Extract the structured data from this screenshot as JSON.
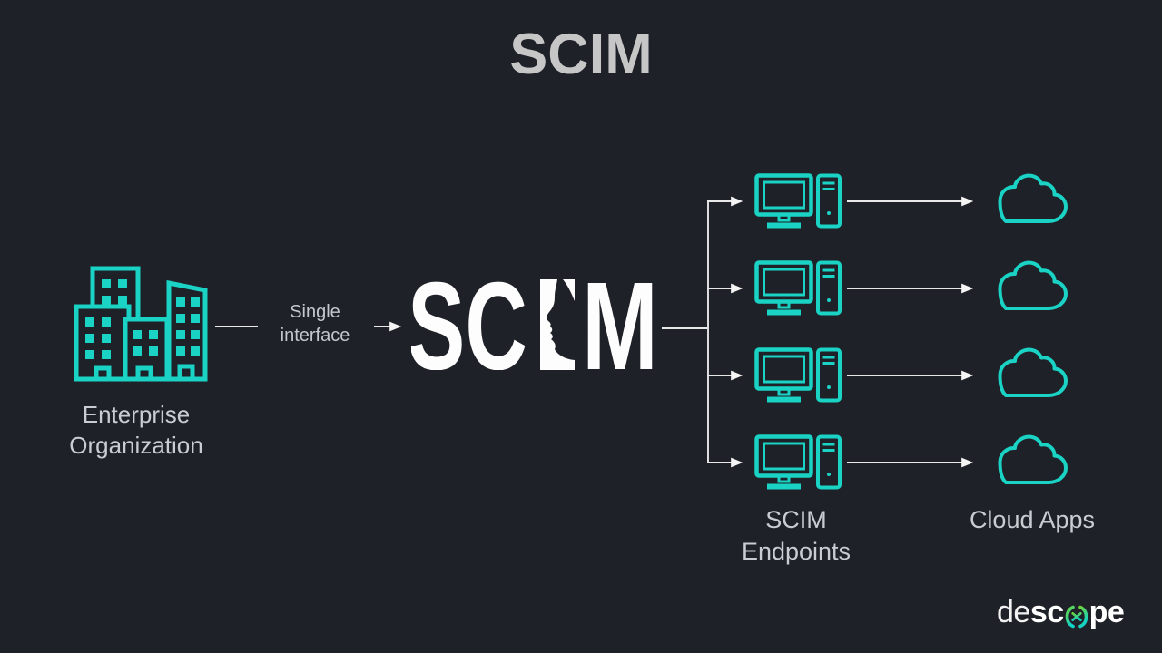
{
  "slide": {
    "title": "SCIM"
  },
  "colors": {
    "background": "#1e2127",
    "accent_teal": "#1ad3c5",
    "connector_line": "#e8e8e8",
    "arrowhead": "#f5f5f5",
    "title_gray": "#c6c6c6",
    "label_gray": "#c9cdd1",
    "logo_white": "#fdfdfd",
    "descope_green": "#6ed63c",
    "descope_teal": "#12d2c8"
  },
  "diagram": {
    "source": {
      "label": "Enterprise Organization",
      "icon": "city-buildings-icon"
    },
    "flow_label": "Single interface",
    "hub_logo": {
      "full": "SCIM",
      "sc": "SC",
      "m": "M",
      "icon": "scim-face-logo"
    },
    "endpoints": {
      "label": "SCIM Endpoints",
      "count": 4,
      "icon": "desktop-computer-icon"
    },
    "cloud_apps": {
      "label": "Cloud Apps",
      "count": 4,
      "icon": "cloud-icon"
    }
  },
  "branding": {
    "full": "descope",
    "de": "de",
    "sc": "sc",
    "pe": "pe"
  }
}
